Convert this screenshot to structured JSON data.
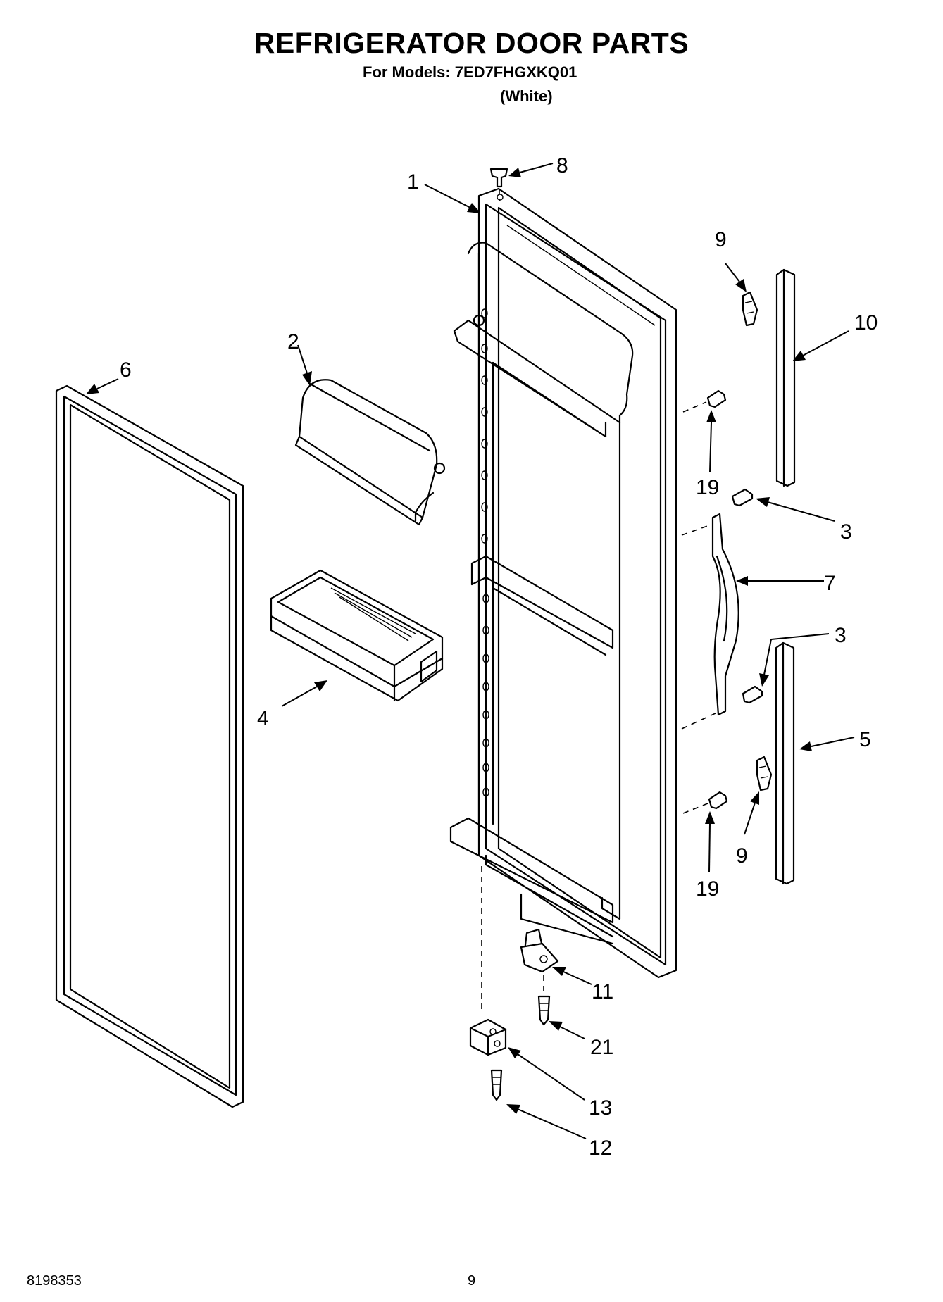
{
  "header": {
    "title": "REFRIGERATOR DOOR PARTS",
    "models": "For Models: 7ED7FHGXKQ01",
    "color": "(White)"
  },
  "callouts": {
    "c1": "1",
    "c2": "2",
    "c3a": "3",
    "c3b": "3",
    "c4": "4",
    "c5": "5",
    "c6": "6",
    "c7": "7",
    "c8": "8",
    "c9a": "9",
    "c9b": "9",
    "c10": "10",
    "c11": "11",
    "c12": "12",
    "c13": "13",
    "c19a": "19",
    "c19b": "19",
    "c21": "21"
  },
  "footer": {
    "doc_number": "8198353",
    "page": "9"
  }
}
